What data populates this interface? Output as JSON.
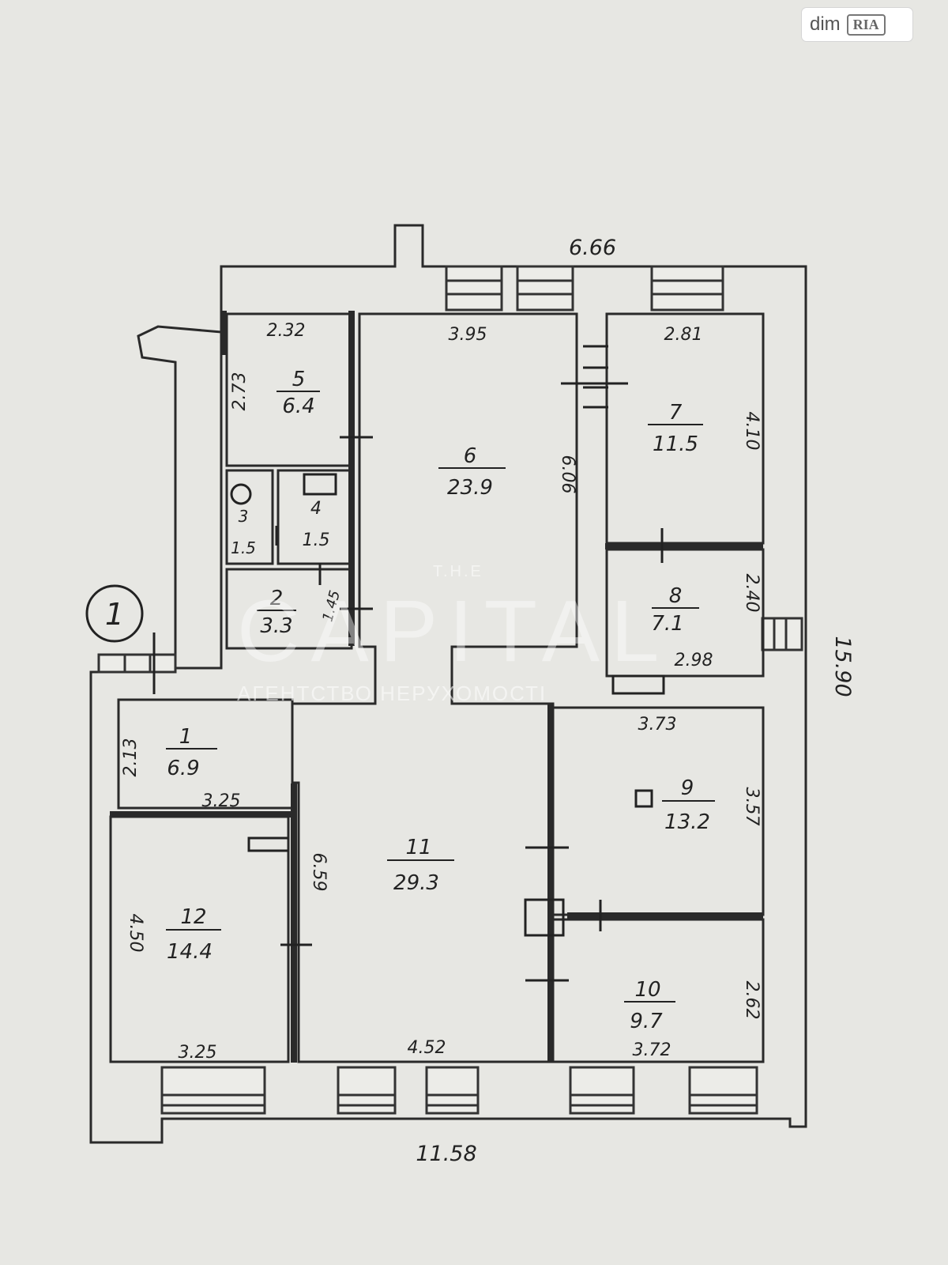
{
  "watermark": {
    "line1": "T.H.E",
    "brand": "CAPITAL",
    "line2": "АГЕНТСТВО НЕРУХОМОСТІ"
  },
  "badge": {
    "left": "dim",
    "right": "RIA"
  },
  "section_marker": "1",
  "overall": {
    "top": "6.66",
    "bottom": "11.58",
    "right": "15.90"
  },
  "rooms": [
    {
      "id": "r1",
      "number": "1",
      "area": "6.9"
    },
    {
      "id": "r2",
      "number": "2",
      "area": "3.3"
    },
    {
      "id": "r3",
      "number": "3",
      "area": "1.5"
    },
    {
      "id": "r4",
      "number": "4",
      "area": "1.5"
    },
    {
      "id": "r5",
      "number": "5",
      "area": "6.4"
    },
    {
      "id": "r6",
      "number": "6",
      "area": "23.9"
    },
    {
      "id": "r7",
      "number": "7",
      "area": "11.5"
    },
    {
      "id": "r8",
      "number": "8",
      "area": "7.1"
    },
    {
      "id": "r9",
      "number": "9",
      "area": "13.2"
    },
    {
      "id": "r10",
      "number": "10",
      "area": "9.7"
    },
    {
      "id": "r11",
      "number": "11",
      "area": "29.3"
    },
    {
      "id": "r12",
      "number": "12",
      "area": "14.4"
    }
  ],
  "dimensions": [
    {
      "id": "d-r5-top",
      "text": "2.32"
    },
    {
      "id": "d-r5-side",
      "text": "2.73"
    },
    {
      "id": "d-r6-top",
      "text": "3.95"
    },
    {
      "id": "d-r6-side",
      "text": "6.06"
    },
    {
      "id": "d-r7-top",
      "text": "2.81"
    },
    {
      "id": "d-r7-side",
      "text": "4.10"
    },
    {
      "id": "d-r8-side",
      "text": "2.40"
    },
    {
      "id": "d-r8-bottom",
      "text": "2.98"
    },
    {
      "id": "d-r2-side",
      "text": "1.45"
    },
    {
      "id": "d-r1-side",
      "text": "2.13"
    },
    {
      "id": "d-r1-bottom",
      "text": "3.25"
    },
    {
      "id": "d-r12-side",
      "text": "4.50"
    },
    {
      "id": "d-r12-bottom",
      "text": "3.25"
    },
    {
      "id": "d-r11-side",
      "text": "6.59"
    },
    {
      "id": "d-r11-bottom",
      "text": "4.52"
    },
    {
      "id": "d-r9-top",
      "text": "3.73"
    },
    {
      "id": "d-r9-side",
      "text": "3.57"
    },
    {
      "id": "d-r10-side",
      "text": "2.62"
    },
    {
      "id": "d-r10-bottom",
      "text": "3.72"
    }
  ]
}
